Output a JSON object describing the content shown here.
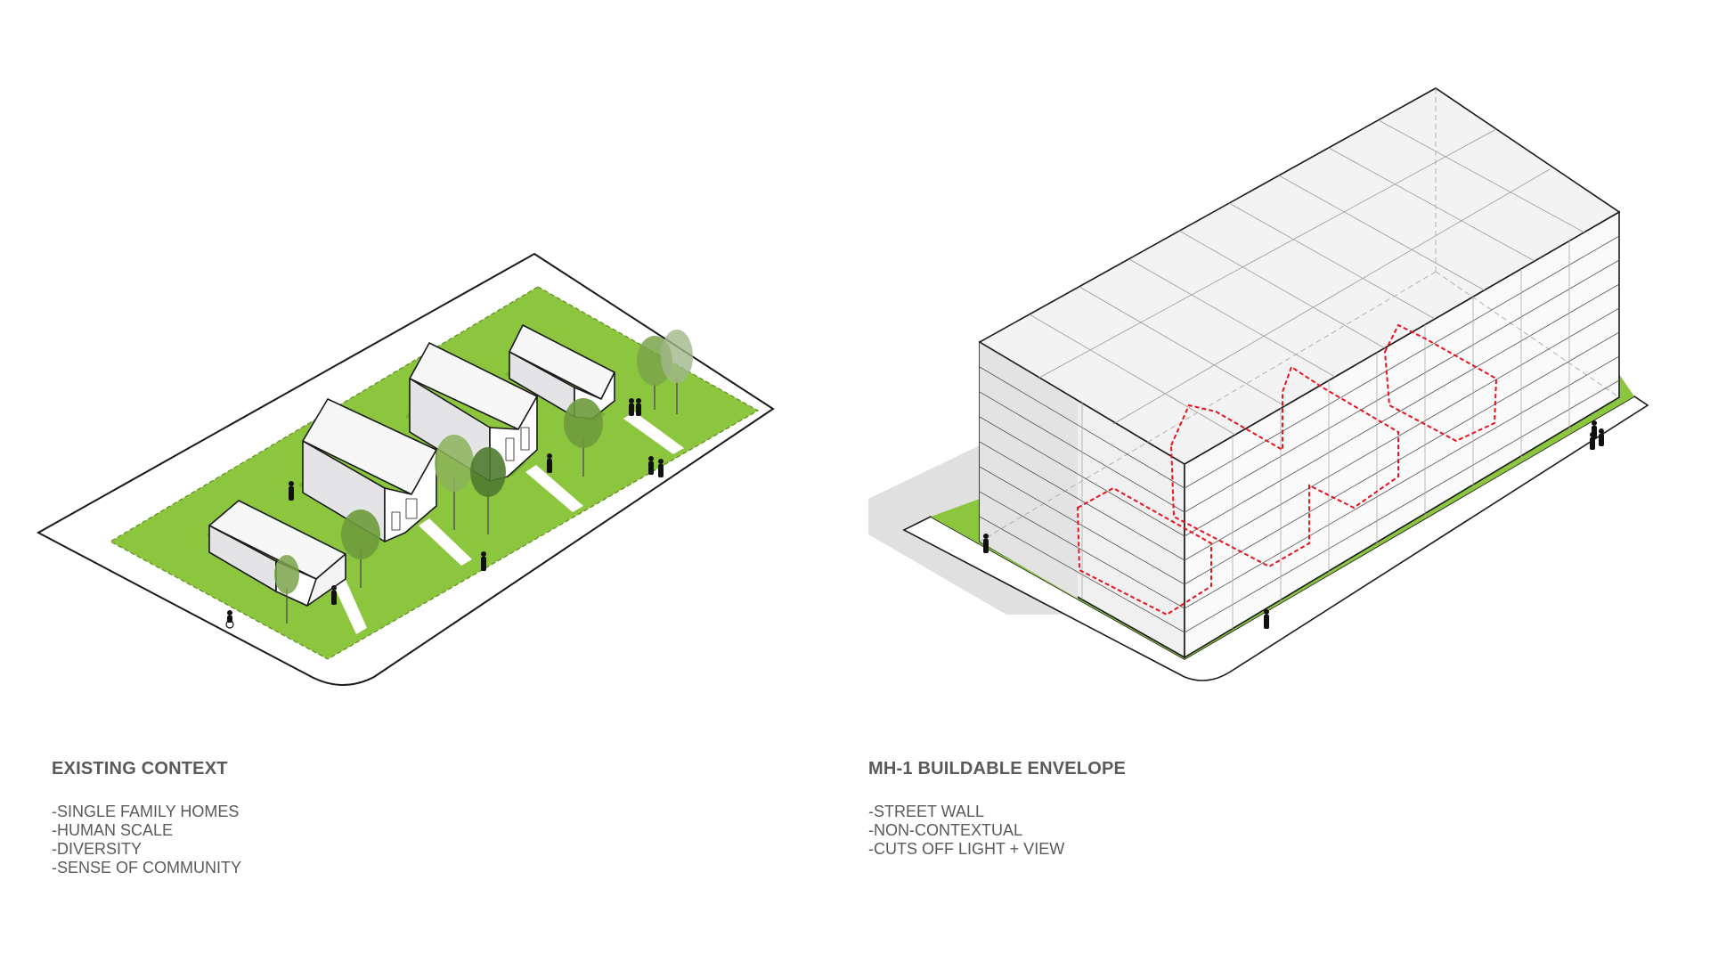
{
  "panels": [
    {
      "id": "existing",
      "title": "EXISTING CONTEXT",
      "points": [
        "-SINGLE FAMILY HOMES",
        "-HUMAN SCALE",
        "-DIVERSITY",
        "-SENSE OF COMMUNITY"
      ]
    },
    {
      "id": "envelope",
      "title": "MH-1 BUILDABLE ENVELOPE",
      "points": [
        "-STREET WALL",
        "-NON-CONTEXTUAL",
        "-CUTS OFF LIGHT + VIEW"
      ]
    }
  ],
  "colors": {
    "lawn": "#8cc63f",
    "outline": "#1a1a1a",
    "house_wall": "#f4f4f4",
    "house_side": "#e4e4e6",
    "envelope_face": "#f7f7f7",
    "envelope_shadow": "#e0e0e0",
    "house_trace": "#e8141b",
    "caption_text": "#5a5a5a"
  }
}
